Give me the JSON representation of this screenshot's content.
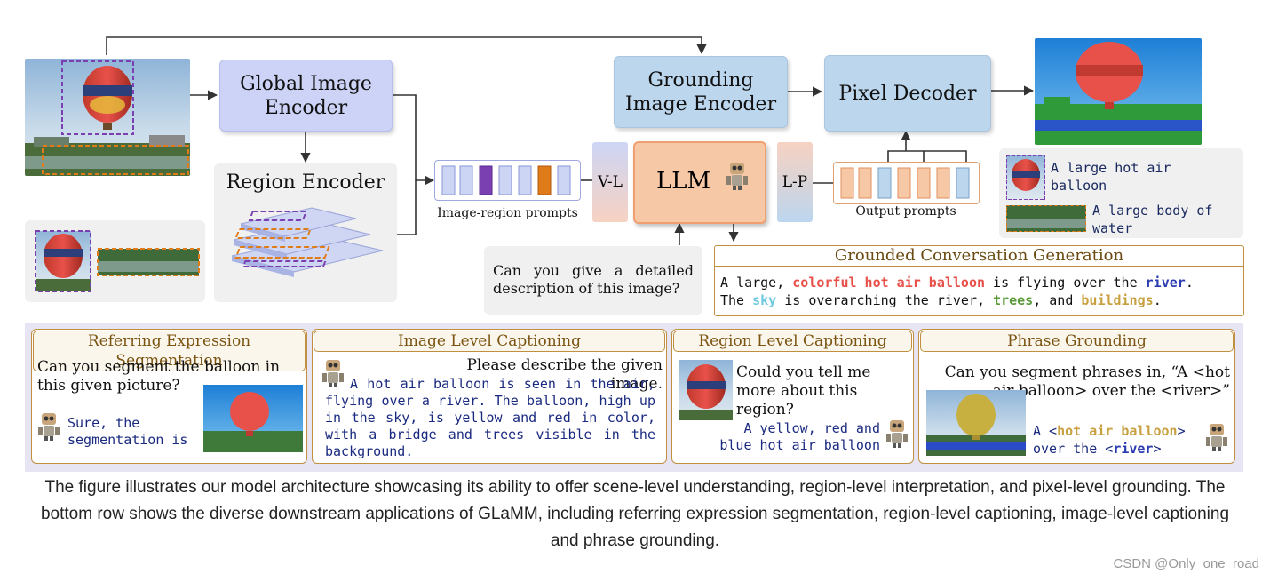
{
  "diagram": {
    "global_encoder": "Global Image\nEncoder",
    "region_encoder": "Region Encoder",
    "grounding_encoder": "Grounding\nImage Encoder",
    "pixel_decoder": "Pixel Decoder",
    "llm": "LLM",
    "vl": "V-L",
    "lp": "L-P",
    "image_region_prompts": "Image-region prompts",
    "output_prompts": "Output prompts",
    "question": "Can you give a detailed description of this image?",
    "gcg_title": "Grounded Conversation Generation",
    "gcg_text": {
      "p1": "A large, ",
      "h1": "colorful hot air balloon",
      "p2": " is flying over the ",
      "h2": "river",
      "p3": ".",
      "p4": "The ",
      "h3": "sky",
      "p5": " is overarching the river, ",
      "h4": "trees",
      "p6": ", and ",
      "h5": "buildings",
      "p7": "."
    },
    "legend_balloon": "A large hot air balloon",
    "legend_water": "A large body of water"
  },
  "panels": {
    "res": {
      "title": "Referring Expression Segmentation",
      "question": "Can you segment the balloon in this given picture?",
      "answer": "Sure, the segmentation is"
    },
    "ilc": {
      "title": "Image Level Captioning",
      "question": "Please describe the given image.",
      "answer": "A hot air balloon is seen in the air, flying over a river. The balloon, high up in the sky, is yellow and red in color, with a bridge and trees visible in the background."
    },
    "rlc": {
      "title": "Region Level Captioning",
      "question": "Could you tell me more about this region?",
      "answer": "A yellow, red and blue hot air balloon"
    },
    "pg": {
      "title": "Phrase Grounding",
      "question": "Can you segment phrases in, “A <hot air balloon> over the <river>”",
      "a1": "A <",
      "a2": "hot air balloon",
      "a3": ">",
      "a4": "over the <",
      "a5": "river",
      "a6": ">"
    }
  },
  "caption": "The figure illustrates our model architecture showcasing its ability to offer scene-level understanding, region-level interpretation, and pixel-level grounding. The bottom row shows the diverse downstream applications of GLaMM, including referring expression segmentation, region-level captioning, image-level captioning and phrase grounding.",
  "watermark": "CSDN @Only_one_road",
  "colors": {
    "encoder_blue": "#bcd6ee",
    "encoder_lavender": "#ccd3f6",
    "llm_orange": "#f7c8a6",
    "highlight_red": "#e8514a",
    "highlight_blue": "#2a3bb0",
    "highlight_cyan": "#6fc9e0",
    "highlight_green": "#5a9a3a",
    "highlight_gold": "#c8a040",
    "panel_border": "#c09040"
  }
}
